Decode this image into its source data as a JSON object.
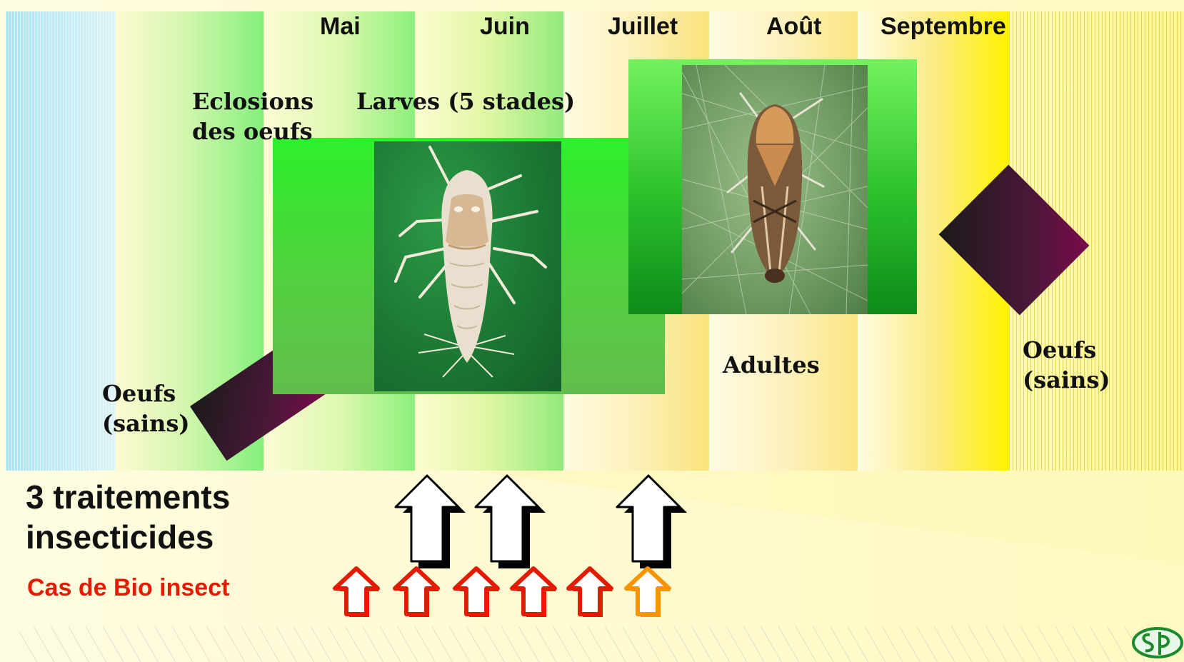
{
  "months": {
    "mai": "Mai",
    "juin": "Juin",
    "juillet": "Juillet",
    "aout": "Août",
    "septembre": "Septembre"
  },
  "stages": {
    "eclosion": "Eclosions des oeufs",
    "larves": "Larves (5 stades)",
    "adultes": "Adultes",
    "oeufs_left": "Oeufs (sains)",
    "oeufs_right": "Oeufs (sains)"
  },
  "treatments": {
    "title": "3 traitements insecticides",
    "bio_label": "Cas de Bio insect"
  },
  "colors": {
    "bio_arrow": "#e31b00",
    "bio_arrow_last": "#f79400",
    "bio_text": "#e31b00"
  },
  "icons": {
    "treatment_arrow": "block-up-arrow-icon",
    "bio_arrow": "outline-up-arrow-icon",
    "logo": "sp-logo-icon"
  }
}
